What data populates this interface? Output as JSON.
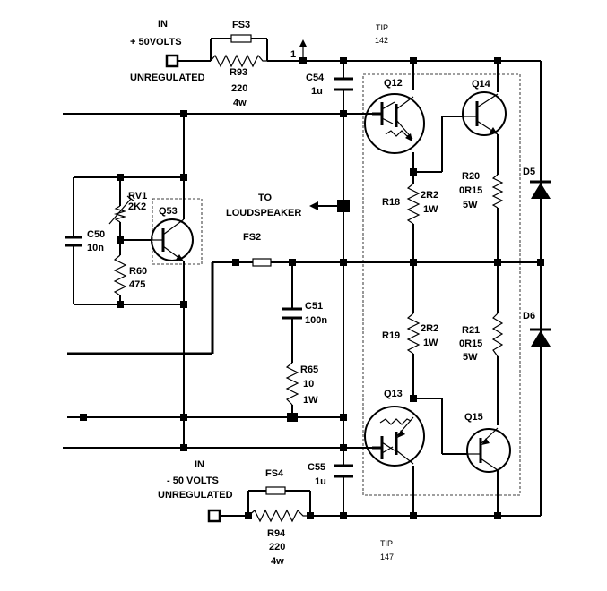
{
  "labels": {
    "in_pos": "IN",
    "pos_volts": "+ 50VOLTS",
    "unreg_pos": "UNREGULATED",
    "fs3": "FS3",
    "r93": "R93",
    "r93_val": "220",
    "r93_pow": "4w",
    "node1": "1",
    "tip142": "TIP",
    "tip142_num": "142",
    "c54": "C54",
    "c54_val": "1u",
    "q12": "Q12",
    "q14": "Q14",
    "q53": "Q53",
    "rv1": "RV1",
    "rv1_val": "2K2",
    "c50": "C50",
    "c50_val": "10n",
    "r60": "R60",
    "r60_val": "475",
    "to": "TO",
    "loudspeaker": "LOUDSPEAKER",
    "fs2": "FS2",
    "r18": "R18",
    "r18_val": "2R2",
    "r18_pow": "1W",
    "r20": "R20",
    "r20_val": "0R15",
    "r20_pow": "5W",
    "d5": "D5",
    "c51": "C51",
    "c51_val": "100n",
    "r65": "R65",
    "r65_val": "10",
    "r65_pow": "1W",
    "r19": "R19",
    "r19_val": "2R2",
    "r19_pow": "1W",
    "r21": "R21",
    "r21_val": "0R15",
    "r21_pow": "5W",
    "d6": "D6",
    "q13": "Q13",
    "q15": "Q15",
    "in_neg": "IN",
    "neg_volts": "- 50 VOLTS",
    "unreg_neg": "UNREGULATED",
    "fs4": "FS4",
    "c55": "C55",
    "c55_val": "1u",
    "r94": "R94",
    "r94_val": "220",
    "r94_pow": "4w",
    "tip147": "TIP",
    "tip147_num": "147"
  }
}
